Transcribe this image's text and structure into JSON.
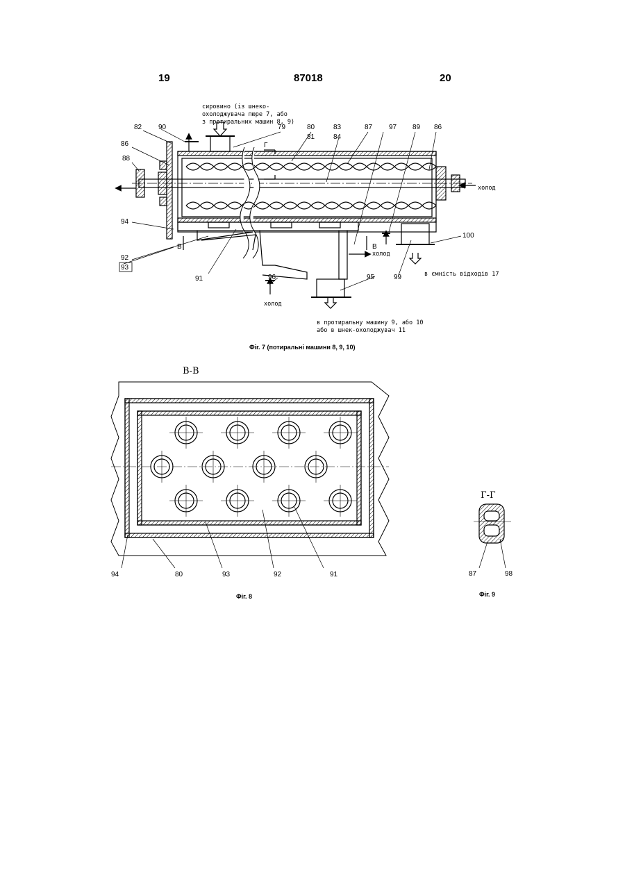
{
  "header": {
    "page_left": "19",
    "patent_number": "87018",
    "page_right": "20"
  },
  "fig7": {
    "caption": "Фіг. 7 (потиральні машини 8, 9, 10)",
    "note_input": [
      "сировино (із шнеко-",
      "охолоджувача пюре 7, або",
      "з протиральних машин 8, 9)"
    ],
    "note_output_machine": [
      "в протиральну машину 9, або 10",
      "або в шнек-охолоджувач 11"
    ],
    "note_waste": "в ємність відходів 17",
    "cold_label": "холод",
    "section_mark_b": "В",
    "section_mark_g": "Г",
    "labels": {
      "l79": "79",
      "l80": "80",
      "l81": "81",
      "l82": "82",
      "l83": "83",
      "l84": "84",
      "l86a": "86",
      "l86b": "86",
      "l87": "87",
      "l88": "88",
      "l89": "89",
      "l90": "90",
      "l91": "91",
      "l92": "92",
      "l93": "93",
      "l94": "94",
      "l95": "95",
      "l96": "96",
      "l97": "97",
      "l99": "99",
      "l100": "100"
    }
  },
  "fig8": {
    "caption": "Фіг. 8",
    "section_title": "В-В",
    "labels": {
      "l94": "94",
      "l80": "80",
      "l93": "93",
      "l92": "92",
      "l91": "91"
    }
  },
  "fig9": {
    "caption": "Фіг. 9",
    "section_title": "Г-Г",
    "labels": {
      "l87": "87",
      "l98": "98"
    }
  }
}
